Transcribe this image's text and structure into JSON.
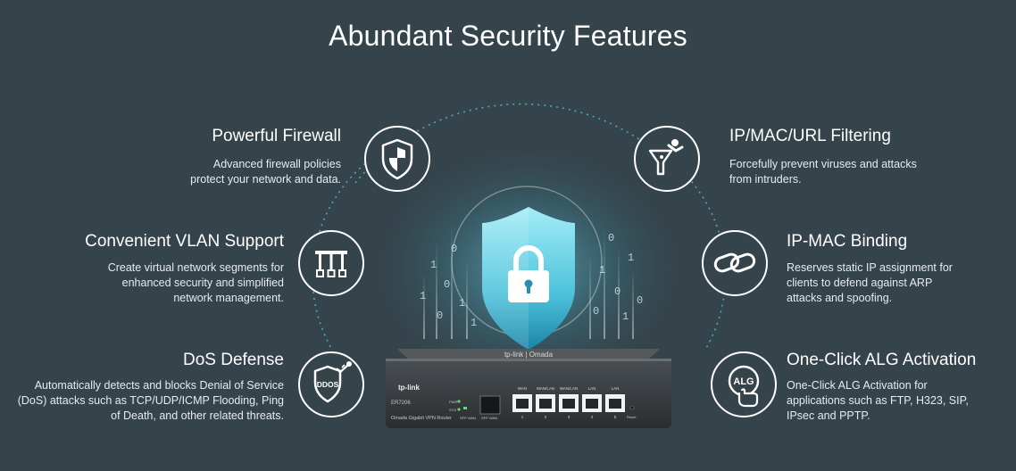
{
  "header": {
    "title": "Abundant Security Features"
  },
  "features": {
    "firewall": {
      "title": "Powerful Firewall",
      "desc": [
        "Advanced firewall policies",
        "protect your network and data."
      ],
      "icon": "shield-icon"
    },
    "vlan": {
      "title": "Convenient VLAN Support",
      "desc": [
        "Create virtual network segments for",
        "enhanced security and simplified",
        "network management."
      ],
      "icon": "vlan-network-icon"
    },
    "dos": {
      "title": "DoS Defense",
      "desc": [
        "Automatically detects and blocks Denial of Service",
        "(DoS) attacks such as TCP/UDP/ICMP Flooding, Ping",
        "of Death, and other related threats."
      ],
      "icon": "ddos-shield-icon",
      "icon_text": "DDOS"
    },
    "filtering": {
      "title": "IP/MAC/URL Filtering",
      "desc": [
        "Forcefully prevent viruses and attacks",
        "from intruders."
      ],
      "icon": "funnel-icon"
    },
    "binding": {
      "title": "IP-MAC Binding",
      "desc": [
        "Reserves static IP assignment for",
        "clients to defend against ARP",
        "attacks and spoofing."
      ],
      "icon": "chain-link-icon"
    },
    "alg": {
      "title": "One-Click ALG Activation",
      "desc": [
        "One-Click ALG Activation for",
        "applications such as FTP, H323, SIP,",
        "IPsec and PPTP."
      ],
      "icon": "alg-click-icon",
      "icon_text": "ALG"
    }
  },
  "device": {
    "brand": "tp-link",
    "top_brand": "tp-link | Omada",
    "model": "ER7206",
    "subtitle": "Omada Gigabit VPN Router",
    "led_labels": [
      "PWR",
      "SYS"
    ],
    "sfp_label": "SFP WAN",
    "sfp_led_label": "SFP WAN",
    "port_labels": [
      "WAN",
      "WAN/LAN",
      "WAN/LAN",
      "LAN",
      "LAN"
    ],
    "port_numbers": [
      "1",
      "2",
      "3",
      "4",
      "5"
    ],
    "reset_label": "Reset"
  },
  "colors": {
    "background": "#35434a",
    "accent": "#5ad0e6",
    "shield_top": "#8ee6f4",
    "shield_bottom": "#1f8fb0"
  }
}
